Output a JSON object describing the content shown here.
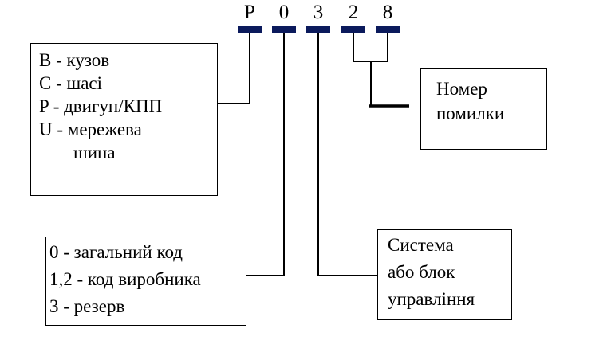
{
  "code": {
    "chars": [
      "P",
      "0",
      "3",
      "2",
      "8"
    ]
  },
  "boxes": {
    "system_type": [
      "B - кузов",
      "C - шасі",
      "P - двигун/КПП",
      "U - мережева",
      "шина"
    ],
    "error_number": [
      "Номер",
      "помилки"
    ],
    "code_type": [
      "0 - загальний код",
      "1,2 - код виробника",
      "3 - резерв"
    ],
    "subsystem": [
      "Система",
      "або блок",
      "управління"
    ]
  },
  "colors": {
    "bar": "#0b1a5c",
    "lines": "#000000"
  }
}
